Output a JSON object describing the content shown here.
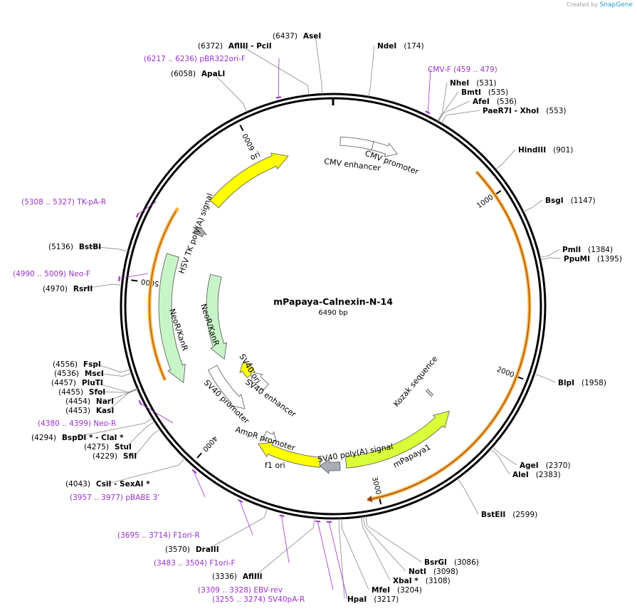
{
  "header": {
    "credit_prefix": "Created by",
    "credit_brand": "SnapGene"
  },
  "plasmid": {
    "name": "mPapaya-Calnexin-N-14",
    "size_label": "6490 bp",
    "length_bp": 6490
  },
  "colors": {
    "backbone": "#000000",
    "site_text": "#000000",
    "primer": "#9932cc",
    "feature_yellow": "#ffff00",
    "feature_green": "#d9ff3a",
    "neo": "#c8f5c8",
    "promoter": "#ffffff",
    "terminator": "#a9aeb4",
    "orf": "#ffb347",
    "orf_line": "#8b4513"
  },
  "ticks": [
    {
      "bp": 1000,
      "label": "1000"
    },
    {
      "bp": 2000,
      "label": "2000"
    },
    {
      "bp": 3000,
      "label": "3000"
    },
    {
      "bp": 4000,
      "label": "4000"
    },
    {
      "bp": 5000,
      "label": "5000"
    },
    {
      "bp": 6000,
      "label": "6000"
    }
  ],
  "sites": [
    {
      "bp": 6437,
      "name": "AseI",
      "pos": "(6437)"
    },
    {
      "bp": 6372,
      "name": "AflIII",
      "extra": " - PciI",
      "pos": "(6372)"
    },
    {
      "bp": 174,
      "name": "NdeI",
      "pos": "(174)"
    },
    {
      "bp": 6058,
      "name": "ApaLI",
      "pos": "(6058)"
    },
    {
      "bp": 531,
      "name": "NheI",
      "pos": "(531)"
    },
    {
      "bp": 535,
      "name": "BmtI",
      "pos": "(535)"
    },
    {
      "bp": 536,
      "name": "AfeI",
      "pos": "(536)"
    },
    {
      "bp": 553,
      "name": "PaeR7I",
      "extra": " - XhoI",
      "pos": "(553)"
    },
    {
      "bp": 901,
      "name": "HindIII",
      "pos": "(901)"
    },
    {
      "bp": 1147,
      "name": "BsgI",
      "pos": "(1147)"
    },
    {
      "bp": 1384,
      "name": "PmlI",
      "pos": "(1384)"
    },
    {
      "bp": 1395,
      "name": "PpuMI",
      "pos": "(1395)"
    },
    {
      "bp": 1958,
      "name": "BlpI",
      "pos": "(1958)"
    },
    {
      "bp": 2370,
      "name": "AgeI",
      "pos": "(2370)"
    },
    {
      "bp": 2383,
      "name": "AleI",
      "pos": "(2383)"
    },
    {
      "bp": 2599,
      "name": "BstEII",
      "pos": "(2599)"
    },
    {
      "bp": 3086,
      "name": "BsrGI",
      "pos": "(3086)"
    },
    {
      "bp": 3098,
      "name": "NotI",
      "pos": "(3098)"
    },
    {
      "bp": 3108,
      "name": "XbaI *",
      "pos": "(3108)"
    },
    {
      "bp": 3204,
      "name": "MfeI",
      "pos": "(3204)"
    },
    {
      "bp": 3217,
      "name": "HpaI",
      "pos": "(3217)"
    },
    {
      "bp": 3336,
      "name": "AflIII",
      "pos": "(3336)"
    },
    {
      "bp": 3570,
      "name": "DraIII",
      "pos": "(3570)"
    },
    {
      "bp": 4043,
      "name": "CsiI",
      "extra": " - SexAI *",
      "pos": "(4043)"
    },
    {
      "bp": 4229,
      "name": "SfiI",
      "pos": "(4229)"
    },
    {
      "bp": 4275,
      "name": "StuI",
      "pos": "(4275)"
    },
    {
      "bp": 4294,
      "name": "BspDI *",
      "extra": " - ClaI *",
      "pos": "(4294)"
    },
    {
      "bp": 4453,
      "name": "KasI",
      "pos": "(4453)"
    },
    {
      "bp": 4454,
      "name": "NarI",
      "pos": "(4454)"
    },
    {
      "bp": 4455,
      "name": "SfoI",
      "pos": "(4455)"
    },
    {
      "bp": 4457,
      "name": "PluTI",
      "pos": "(4457)"
    },
    {
      "bp": 4536,
      "name": "MscI",
      "pos": "(4536)"
    },
    {
      "bp": 4556,
      "name": "FspI",
      "pos": "(4556)"
    },
    {
      "bp": 4970,
      "name": "RsrII",
      "pos": "(4970)"
    },
    {
      "bp": 5136,
      "name": "BstBI",
      "pos": "(5136)"
    }
  ],
  "primers": [
    {
      "bp": 6226,
      "text": "(6217 .. 6236)  pBR322ori-F"
    },
    {
      "bp": 469,
      "text": "CMV-F    (459 .. 479)"
    },
    {
      "bp": 5317,
      "text": "(5308 .. 5327)  TK-pA-R"
    },
    {
      "bp": 4999,
      "text": "(4990 .. 5009)  Neo-F"
    },
    {
      "bp": 4389,
      "text": "(4380 .. 4399)  Neo-R"
    },
    {
      "bp": 3967,
      "text": "(3957 .. 3977)  pBABE 3'"
    },
    {
      "bp": 3704,
      "text": "(3695 .. 3714)  F1ori-R"
    },
    {
      "bp": 3493,
      "text": "(3483 .. 3504)  F1ori-F"
    },
    {
      "bp": 3318,
      "text": "(3309 .. 3328)  EBV-rev"
    },
    {
      "bp": 3264,
      "text": "(3255 .. 3274)  SV40pA-R"
    }
  ],
  "features": [
    {
      "label": "ori"
    },
    {
      "label": "CMV enhancer"
    },
    {
      "label": "CMV promoter"
    },
    {
      "label": "HSV TK poly(A) signal"
    },
    {
      "label": "NeoR/KanR"
    },
    {
      "label": "NeoR/KanR"
    },
    {
      "label": "SV40 ori"
    },
    {
      "label": "SV40 enhancer"
    },
    {
      "label": "SV40 promoter"
    },
    {
      "label": "AmpR promoter"
    },
    {
      "label": "f1 ori"
    },
    {
      "label": "SV40 poly(A) signal"
    },
    {
      "label": "mPapaya1"
    },
    {
      "label": "Kozak sequence"
    }
  ]
}
